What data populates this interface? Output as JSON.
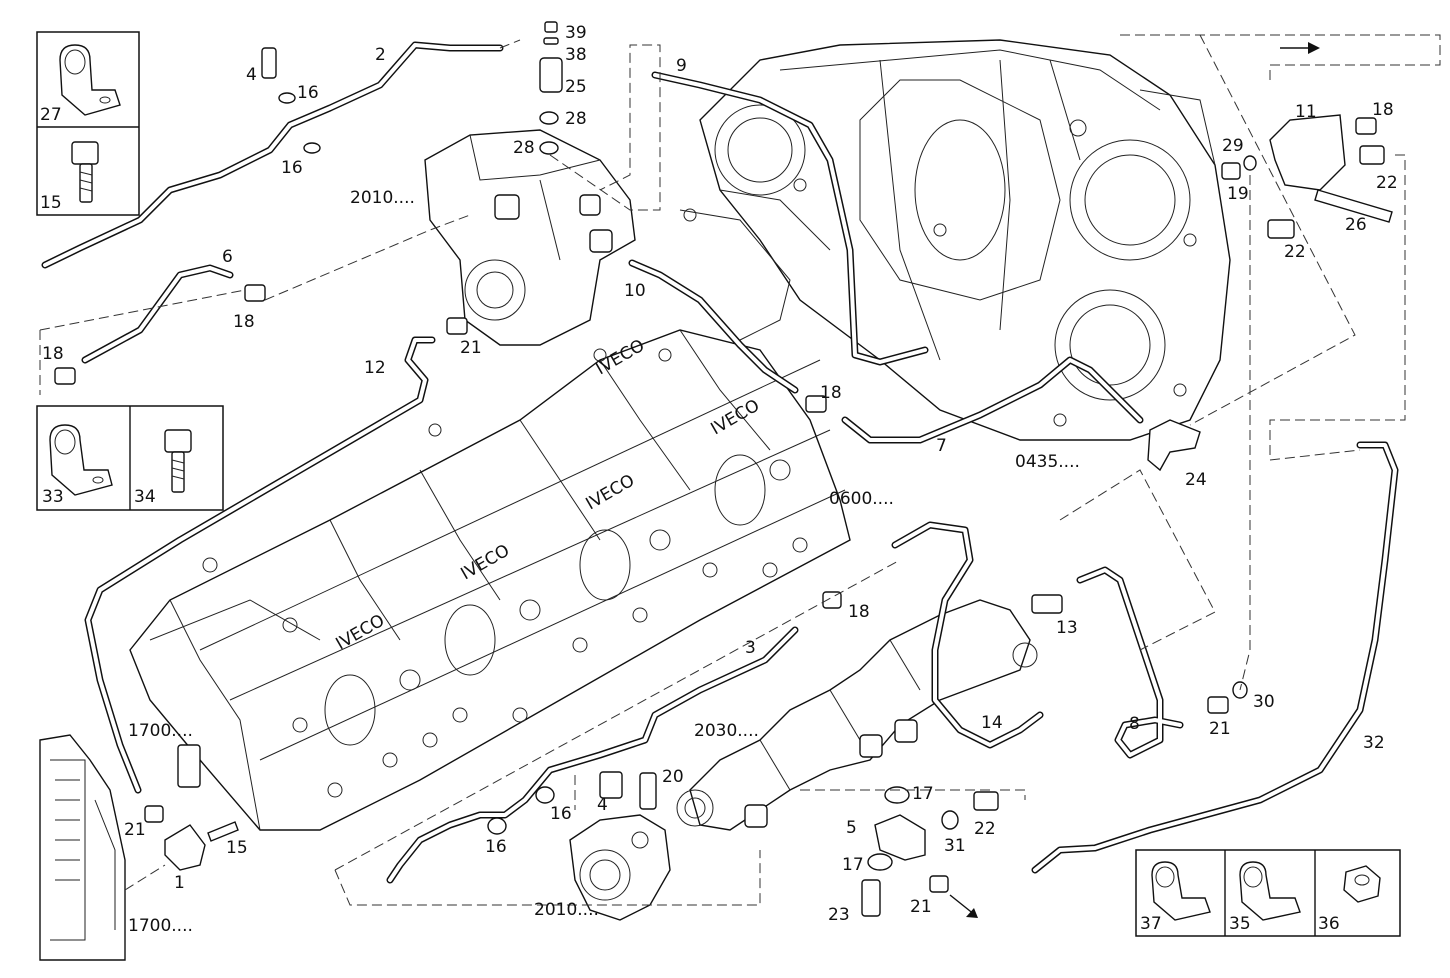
{
  "callouts": [
    {
      "id": "c-39",
      "text": "39"
    },
    {
      "id": "c-38",
      "text": "38"
    },
    {
      "id": "c-25",
      "text": "25"
    },
    {
      "id": "c-28a",
      "text": "28"
    },
    {
      "id": "c-28b",
      "text": "28"
    },
    {
      "id": "c-2",
      "text": "2"
    },
    {
      "id": "c-4a",
      "text": "4"
    },
    {
      "id": "c-16a",
      "text": "16"
    },
    {
      "id": "c-16b",
      "text": "16"
    },
    {
      "id": "c-9",
      "text": "9"
    },
    {
      "id": "c-2010a",
      "text": "2010...."
    },
    {
      "id": "c-6",
      "text": "6"
    },
    {
      "id": "c-18a",
      "text": "18"
    },
    {
      "id": "c-18b",
      "text": "18"
    },
    {
      "id": "c-10",
      "text": "10"
    },
    {
      "id": "c-21a",
      "text": "21"
    },
    {
      "id": "c-12",
      "text": "12"
    },
    {
      "id": "c-18c",
      "text": "18"
    },
    {
      "id": "c-7",
      "text": "7"
    },
    {
      "id": "c-0435",
      "text": "0435...."
    },
    {
      "id": "c-11",
      "text": "11"
    },
    {
      "id": "c-18d",
      "text": "18"
    },
    {
      "id": "c-29",
      "text": "29"
    },
    {
      "id": "c-19",
      "text": "19"
    },
    {
      "id": "c-22a",
      "text": "22"
    },
    {
      "id": "c-26",
      "text": "26"
    },
    {
      "id": "c-22b",
      "text": "22"
    },
    {
      "id": "c-24",
      "text": "24"
    },
    {
      "id": "c-0600",
      "text": "0600...."
    },
    {
      "id": "c-18e",
      "text": "18"
    },
    {
      "id": "c-13",
      "text": "13"
    },
    {
      "id": "c-3",
      "text": "3"
    },
    {
      "id": "c-14",
      "text": "14"
    },
    {
      "id": "c-8",
      "text": "8"
    },
    {
      "id": "c-21b",
      "text": "21"
    },
    {
      "id": "c-30",
      "text": "30"
    },
    {
      "id": "c-32",
      "text": "32"
    },
    {
      "id": "c-1700a",
      "text": "1700...."
    },
    {
      "id": "c-2030",
      "text": "2030...."
    },
    {
      "id": "c-20",
      "text": "20"
    },
    {
      "id": "c-17a",
      "text": "17"
    },
    {
      "id": "c-4b",
      "text": "4"
    },
    {
      "id": "c-16c",
      "text": "16"
    },
    {
      "id": "c-5",
      "text": "5"
    },
    {
      "id": "c-22c",
      "text": "22"
    },
    {
      "id": "c-31",
      "text": "31"
    },
    {
      "id": "c-21c",
      "text": "21"
    },
    {
      "id": "c-15a",
      "text": "15"
    },
    {
      "id": "c-16d",
      "text": "16"
    },
    {
      "id": "c-17b",
      "text": "17"
    },
    {
      "id": "c-1",
      "text": "1"
    },
    {
      "id": "c-2010b",
      "text": "2010...."
    },
    {
      "id": "c-23",
      "text": "23"
    },
    {
      "id": "c-21d",
      "text": "21"
    },
    {
      "id": "c-1700b",
      "text": "1700...."
    }
  ],
  "insets": {
    "top_left": [
      {
        "label": "27",
        "icon": "pipe-clamp-icon"
      },
      {
        "label": "15",
        "icon": "flange-bolt-icon"
      }
    ],
    "mid_left": [
      {
        "label": "33",
        "icon": "pipe-clamp-icon"
      },
      {
        "label": "34",
        "icon": "flange-bolt-icon"
      }
    ],
    "bottom_right": [
      {
        "label": "37",
        "icon": "pipe-clamp-icon"
      },
      {
        "label": "35",
        "icon": "pipe-clamp-icon"
      },
      {
        "label": "36",
        "icon": "hex-nut-icon"
      }
    ]
  },
  "iveco_marks": [
    "IVECO",
    "IVECO",
    "IVECO",
    "IVECO",
    "IVECO"
  ],
  "colors": {
    "line": "#111111",
    "background": "#ffffff"
  }
}
